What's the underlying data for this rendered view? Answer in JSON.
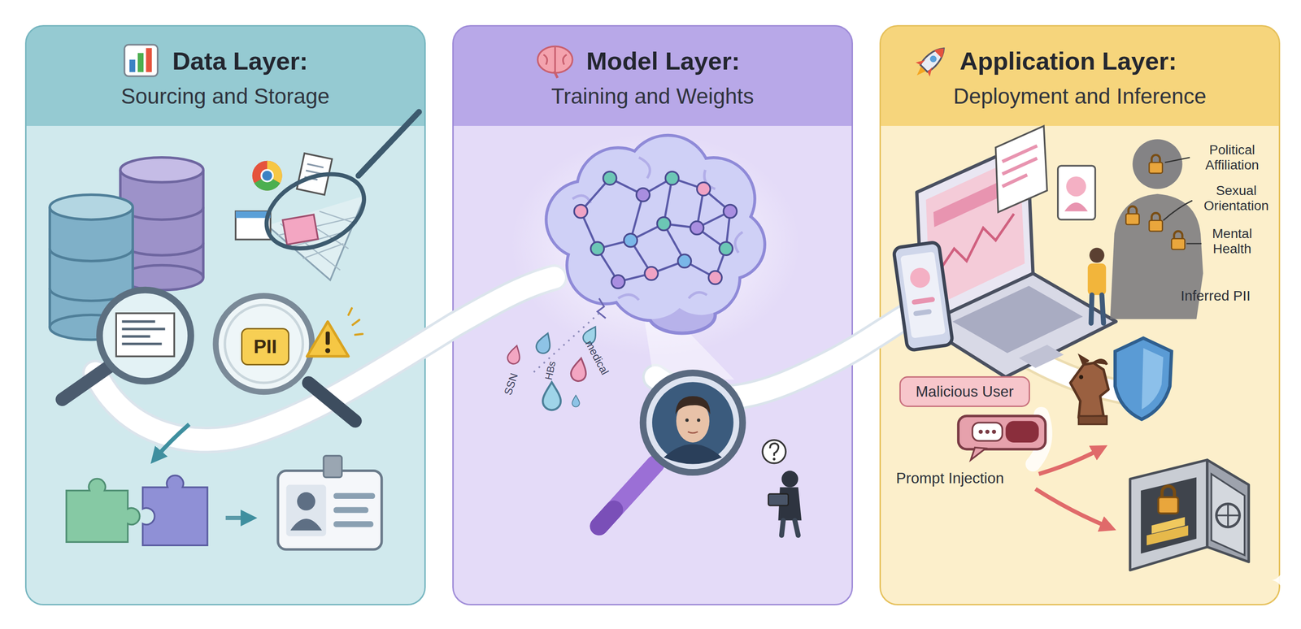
{
  "diagram": {
    "nodes": [
      {
        "text": [
          "Data Layer:",
          "Sourcing and Storage"
        ]
      },
      {
        "text": [
          "PII"
        ],
        "in": 0
      },
      {
        "text": [
          "Model Layer:",
          "Training and Weights"
        ]
      },
      {
        "text": [
          "Application Layer:",
          "Deployment and Inference"
        ]
      },
      {
        "text": [
          "Malicious User"
        ],
        "in": 3
      }
    ],
    "labels": [
      "SSN",
      "HBs",
      "medical",
      "Political Affiliation",
      "Sexual Orientation",
      "Mental Health",
      "Inferred PII",
      "Prompt Injection"
    ]
  }
}
